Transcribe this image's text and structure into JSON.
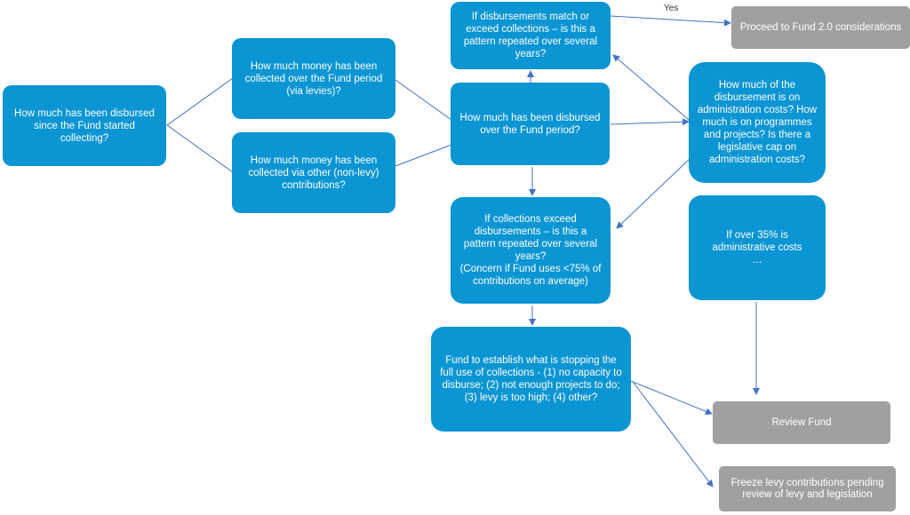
{
  "colors": {
    "node_blue": "#0b95d3",
    "node_grey": "#a0a0a0",
    "connector": "#4472c4"
  },
  "nodes": {
    "disbursed_since_start": "How much has been disbursed since the Fund started collecting?",
    "collected_levies": "How much money has been collected over the Fund period (via levies)?",
    "collected_other": "How much money has been collected via other (non-levy) contributions?",
    "disbursed_fund_period": "How much has been disbursed over the Fund period?",
    "disbursements_match": "If disbursements match or exceed collections – is this a pattern repeated over several years?",
    "proceed_fund2": "Proceed to Fund 2.0 considerations",
    "admin_costs_question": "How much of the disbursement is on administration costs? How much is on programmes and projects? Is there a legislative cap on administration costs?",
    "collections_exceed": "If collections exceed disbursements – is this a pattern repeated over several years?\n(Concern if Fund uses <75% of contributions on average)",
    "over_35": "If over 35% is administrative costs\n…",
    "establish_stopping": "Fund to establish what is stopping the full use of collections  - (1) no capacity to disburse; (2) not enough projects to do; (3) levy is too high; (4) other?",
    "review_fund": "Review Fund",
    "freeze_levy": "Freeze levy contributions pending review of levy and legislation"
  },
  "edge_labels": {
    "yes": "Yes"
  }
}
